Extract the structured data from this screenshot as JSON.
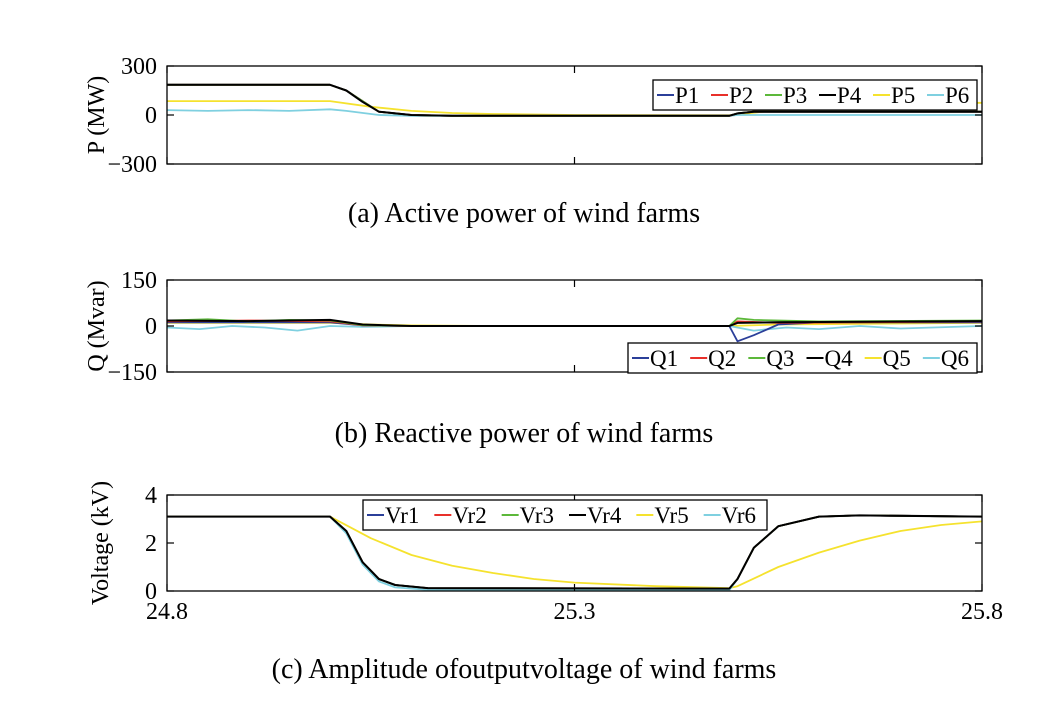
{
  "chart_data": [
    {
      "type": "line",
      "caption": "(a) Active power of wind farms",
      "ylabel": "P (MW)",
      "ylim": [
        -300,
        300
      ],
      "yticks": [
        "300",
        "0",
        "−300"
      ],
      "ytick_values": [
        300,
        0,
        -300
      ],
      "xlim": [
        24.8,
        25.8
      ],
      "xticks": [],
      "legend": {
        "placement": "top-right",
        "entries": [
          "P1",
          "P2",
          "P3",
          "P4",
          "P5",
          "P6"
        ]
      },
      "series": [
        {
          "name": "P1",
          "color": "#2b3f99",
          "points": [
            [
              24.8,
              185
            ],
            [
              25.0,
              185
            ],
            [
              25.02,
              150
            ],
            [
              25.06,
              20
            ],
            [
              25.1,
              0
            ],
            [
              25.15,
              -5
            ],
            [
              25.45,
              -5
            ],
            [
              25.49,
              -5
            ],
            [
              25.5,
              10
            ],
            [
              25.52,
              20
            ],
            [
              25.8,
              20
            ]
          ]
        },
        {
          "name": "P2",
          "color": "#e8302a",
          "points": [
            [
              24.8,
              185
            ],
            [
              25.0,
              185
            ],
            [
              25.02,
              150
            ],
            [
              25.06,
              20
            ],
            [
              25.1,
              0
            ],
            [
              25.15,
              -5
            ],
            [
              25.45,
              -5
            ],
            [
              25.49,
              -5
            ],
            [
              25.5,
              10
            ],
            [
              25.52,
              20
            ],
            [
              25.8,
              20
            ]
          ]
        },
        {
          "name": "P3",
          "color": "#5cb83a",
          "points": [
            [
              24.8,
              185
            ],
            [
              25.0,
              185
            ],
            [
              25.02,
              150
            ],
            [
              25.06,
              20
            ],
            [
              25.1,
              0
            ],
            [
              25.15,
              -5
            ],
            [
              25.45,
              -5
            ],
            [
              25.49,
              -5
            ],
            [
              25.5,
              10
            ],
            [
              25.52,
              20
            ],
            [
              25.8,
              20
            ]
          ]
        },
        {
          "name": "P4",
          "color": "#000000",
          "points": [
            [
              24.8,
              185
            ],
            [
              25.0,
              185
            ],
            [
              25.02,
              150
            ],
            [
              25.04,
              80
            ],
            [
              25.06,
              20
            ],
            [
              25.1,
              0
            ],
            [
              25.15,
              -5
            ],
            [
              25.45,
              -5
            ],
            [
              25.49,
              -5
            ],
            [
              25.5,
              10
            ],
            [
              25.52,
              20
            ],
            [
              25.8,
              20
            ]
          ]
        },
        {
          "name": "P5",
          "color": "#f5e22e",
          "points": [
            [
              24.8,
              85
            ],
            [
              25.0,
              85
            ],
            [
              25.05,
              50
            ],
            [
              25.1,
              25
            ],
            [
              25.15,
              12
            ],
            [
              25.2,
              6
            ],
            [
              25.3,
              0
            ],
            [
              25.49,
              -2
            ],
            [
              25.55,
              30
            ],
            [
              25.7,
              70
            ],
            [
              25.8,
              75
            ]
          ]
        },
        {
          "name": "P6",
          "color": "#7fd0e0",
          "points": [
            [
              24.8,
              30
            ],
            [
              24.85,
              25
            ],
            [
              24.9,
              30
            ],
            [
              24.95,
              25
            ],
            [
              25.0,
              35
            ],
            [
              25.02,
              25
            ],
            [
              25.06,
              0
            ],
            [
              25.1,
              -5
            ],
            [
              25.49,
              -5
            ],
            [
              25.5,
              0
            ],
            [
              25.8,
              0
            ]
          ]
        }
      ]
    },
    {
      "type": "line",
      "caption": "(b) Reactive power of wind farms",
      "ylabel": "Q (Mvar)",
      "ylim": [
        -150,
        150
      ],
      "yticks": [
        "150",
        "0",
        "−150"
      ],
      "ytick_values": [
        150,
        0,
        -150
      ],
      "xlim": [
        24.8,
        25.8
      ],
      "xticks": [],
      "legend": {
        "placement": "bottom-right",
        "entries": [
          "Q1",
          "Q2",
          "Q3",
          "Q4",
          "Q5",
          "Q6"
        ]
      },
      "series": [
        {
          "name": "Q1",
          "color": "#2b3f99",
          "points": [
            [
              24.8,
              12
            ],
            [
              25.0,
              12
            ],
            [
              25.04,
              2
            ],
            [
              25.1,
              0
            ],
            [
              25.49,
              0
            ],
            [
              25.5,
              -50
            ],
            [
              25.52,
              -30
            ],
            [
              25.55,
              5
            ],
            [
              25.6,
              12
            ],
            [
              25.8,
              12
            ]
          ]
        },
        {
          "name": "Q2",
          "color": "#e8302a",
          "points": [
            [
              24.8,
              15
            ],
            [
              24.9,
              18
            ],
            [
              25.0,
              15
            ],
            [
              25.04,
              2
            ],
            [
              25.1,
              0
            ],
            [
              25.49,
              0
            ],
            [
              25.5,
              15
            ],
            [
              25.55,
              10
            ],
            [
              25.8,
              15
            ]
          ]
        },
        {
          "name": "Q3",
          "color": "#5cb83a",
          "points": [
            [
              24.8,
              18
            ],
            [
              24.85,
              22
            ],
            [
              24.9,
              15
            ],
            [
              24.95,
              20
            ],
            [
              25.0,
              18
            ],
            [
              25.04,
              3
            ],
            [
              25.1,
              0
            ],
            [
              25.49,
              0
            ],
            [
              25.5,
              25
            ],
            [
              25.52,
              20
            ],
            [
              25.6,
              15
            ],
            [
              25.8,
              18
            ]
          ]
        },
        {
          "name": "Q4",
          "color": "#000000",
          "points": [
            [
              24.8,
              18
            ],
            [
              24.9,
              16
            ],
            [
              25.0,
              20
            ],
            [
              25.04,
              5
            ],
            [
              25.1,
              0
            ],
            [
              25.49,
              0
            ],
            [
              25.5,
              10
            ],
            [
              25.55,
              12
            ],
            [
              25.8,
              16
            ]
          ]
        },
        {
          "name": "Q5",
          "color": "#f5e22e",
          "points": [
            [
              24.8,
              10
            ],
            [
              25.0,
              10
            ],
            [
              25.05,
              5
            ],
            [
              25.1,
              2
            ],
            [
              25.2,
              0
            ],
            [
              25.49,
              0
            ],
            [
              25.55,
              5
            ],
            [
              25.8,
              10
            ]
          ]
        },
        {
          "name": "Q6",
          "color": "#7fd0e0",
          "points": [
            [
              24.8,
              -5
            ],
            [
              24.84,
              -10
            ],
            [
              24.88,
              0
            ],
            [
              24.92,
              -5
            ],
            [
              24.96,
              -15
            ],
            [
              25.0,
              0
            ],
            [
              25.04,
              -3
            ],
            [
              25.1,
              0
            ],
            [
              25.49,
              0
            ],
            [
              25.52,
              -15
            ],
            [
              25.56,
              -5
            ],
            [
              25.6,
              -10
            ],
            [
              25.65,
              0
            ],
            [
              25.7,
              -8
            ],
            [
              25.8,
              0
            ]
          ]
        }
      ]
    },
    {
      "type": "line",
      "caption": "(c) Amplitude ofoutputvoltage of wind farms",
      "ylabel": "Voltage (kV)",
      "ylim": [
        0,
        4
      ],
      "yticks": [
        "4",
        "2",
        "0"
      ],
      "ytick_values": [
        4,
        2,
        0
      ],
      "xlim": [
        24.8,
        25.8
      ],
      "xticks": [
        "24.8",
        "25.3",
        "25.8"
      ],
      "xtick_values": [
        24.8,
        25.3,
        25.8
      ],
      "legend": {
        "placement": "top-center",
        "entries": [
          "Vr1",
          "Vr2",
          "Vr3",
          "Vr4",
          "Vr5",
          "Vr6"
        ]
      },
      "series": [
        {
          "name": "Vr1",
          "color": "#2b3f99",
          "points": [
            [
              24.8,
              3.1
            ],
            [
              25.0,
              3.1
            ],
            [
              25.02,
              2.5
            ],
            [
              25.04,
              1.2
            ],
            [
              25.06,
              0.5
            ],
            [
              25.08,
              0.25
            ],
            [
              25.12,
              0.12
            ],
            [
              25.49,
              0.1
            ],
            [
              25.5,
              0.5
            ],
            [
              25.52,
              1.8
            ],
            [
              25.55,
              2.7
            ],
            [
              25.6,
              3.1
            ],
            [
              25.65,
              3.15
            ],
            [
              25.8,
              3.1
            ]
          ]
        },
        {
          "name": "Vr2",
          "color": "#e8302a",
          "points": [
            [
              24.8,
              3.1
            ],
            [
              25.0,
              3.1
            ],
            [
              25.02,
              2.5
            ],
            [
              25.04,
              1.2
            ],
            [
              25.06,
              0.5
            ],
            [
              25.08,
              0.25
            ],
            [
              25.12,
              0.12
            ],
            [
              25.49,
              0.1
            ],
            [
              25.5,
              0.5
            ],
            [
              25.52,
              1.8
            ],
            [
              25.55,
              2.7
            ],
            [
              25.6,
              3.1
            ],
            [
              25.65,
              3.15
            ],
            [
              25.8,
              3.1
            ]
          ]
        },
        {
          "name": "Vr3",
          "color": "#5cb83a",
          "points": [
            [
              24.8,
              3.1
            ],
            [
              25.0,
              3.1
            ],
            [
              25.02,
              2.5
            ],
            [
              25.04,
              1.2
            ],
            [
              25.06,
              0.5
            ],
            [
              25.08,
              0.25
            ],
            [
              25.12,
              0.12
            ],
            [
              25.49,
              0.1
            ],
            [
              25.5,
              0.5
            ],
            [
              25.52,
              1.8
            ],
            [
              25.55,
              2.7
            ],
            [
              25.6,
              3.1
            ],
            [
              25.65,
              3.15
            ],
            [
              25.8,
              3.1
            ]
          ]
        },
        {
          "name": "Vr4",
          "color": "#000000",
          "points": [
            [
              24.8,
              3.1
            ],
            [
              25.0,
              3.1
            ],
            [
              25.02,
              2.5
            ],
            [
              25.04,
              1.2
            ],
            [
              25.06,
              0.5
            ],
            [
              25.08,
              0.25
            ],
            [
              25.12,
              0.12
            ],
            [
              25.49,
              0.1
            ],
            [
              25.5,
              0.5
            ],
            [
              25.52,
              1.8
            ],
            [
              25.55,
              2.7
            ],
            [
              25.6,
              3.1
            ],
            [
              25.65,
              3.15
            ],
            [
              25.8,
              3.1
            ]
          ]
        },
        {
          "name": "Vr5",
          "color": "#f5e22e",
          "points": [
            [
              24.8,
              3.1
            ],
            [
              25.0,
              3.1
            ],
            [
              25.05,
              2.2
            ],
            [
              25.1,
              1.5
            ],
            [
              25.15,
              1.05
            ],
            [
              25.2,
              0.75
            ],
            [
              25.25,
              0.5
            ],
            [
              25.3,
              0.35
            ],
            [
              25.4,
              0.2
            ],
            [
              25.49,
              0.12
            ],
            [
              25.5,
              0.2
            ],
            [
              25.55,
              1.0
            ],
            [
              25.6,
              1.6
            ],
            [
              25.65,
              2.1
            ],
            [
              25.7,
              2.5
            ],
            [
              25.75,
              2.75
            ],
            [
              25.8,
              2.9
            ]
          ]
        },
        {
          "name": "Vr6",
          "color": "#7fd0e0",
          "points": [
            [
              24.8,
              3.1
            ],
            [
              25.0,
              3.1
            ],
            [
              25.02,
              2.4
            ],
            [
              25.04,
              1.1
            ],
            [
              25.06,
              0.4
            ],
            [
              25.08,
              0.15
            ],
            [
              25.12,
              0.05
            ],
            [
              25.49,
              0.03
            ],
            [
              25.5,
              0.5
            ],
            [
              25.52,
              1.8
            ],
            [
              25.55,
              2.7
            ],
            [
              25.6,
              3.1
            ],
            [
              25.65,
              3.15
            ],
            [
              25.8,
              3.1
            ]
          ]
        }
      ]
    }
  ]
}
